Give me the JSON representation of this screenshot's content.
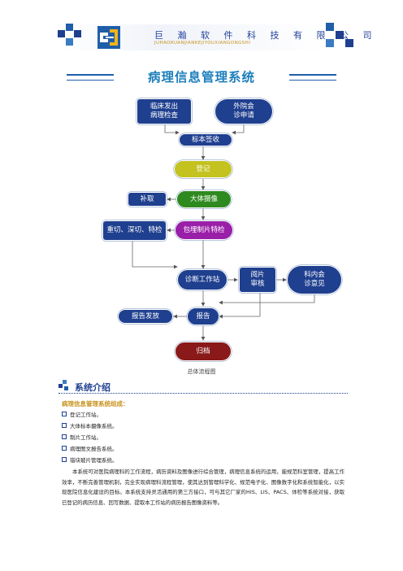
{
  "header": {
    "company_cn": "巨 瀚 软 件 科 技 有 限 公 司",
    "company_en": "JUHAORUANJIANKEJIYOUXIANGONGSHI"
  },
  "doc": {
    "title": "病理信息管理系统",
    "figure_caption": "总体流程图"
  },
  "flow": {
    "clinic": [
      "临床发出",
      "病理检查"
    ],
    "external": [
      "外院会",
      "诊申请"
    ],
    "sign": "标本签收",
    "register": "登记",
    "supplement": "补取",
    "gross": "大体摄像",
    "recut": "重切、深切、特检",
    "pack": "包埋制片特检",
    "diag": "诊断工作站",
    "review": [
      "阅片",
      "审核"
    ],
    "dept": [
      "科内会",
      "诊意见"
    ],
    "release": "报告发放",
    "report": "报告",
    "archive": "归档"
  },
  "section": {
    "title": "系统介绍",
    "subhead": "病理信息管理系统组成：",
    "items": [
      "登记工作站。",
      "大体标本摄像系统。",
      "制片工作站。",
      "病理图文报告系统。",
      "错块玻片管理系统。"
    ],
    "paragraph": "本系统可对医院病理科的工作流程，病历资料及图像进行综合管理，病理信息系统的运用，能规范科室管理，提高工作效率，不断完善管理机制，完全实现病理科流程管理，使其达到管理科学化、规范电子化、图像数字化和系统智能化，以实现医院信息化建设的目标。本系统支持灵活通用的第三方接口，可与其它厂家的HIS、LIS、PACS、体检等系统对接，获取已登记的病历信息、回写数据、提取本工作站的病历报告图像资料等。"
  },
  "colors": {
    "primary_blue": "#1f3f8f",
    "green": "#2e8a1f",
    "olive": "#c3c21f",
    "purple": "#9a1fa8",
    "dark_red": "#8a1a1a",
    "gold": "#c7921d"
  }
}
